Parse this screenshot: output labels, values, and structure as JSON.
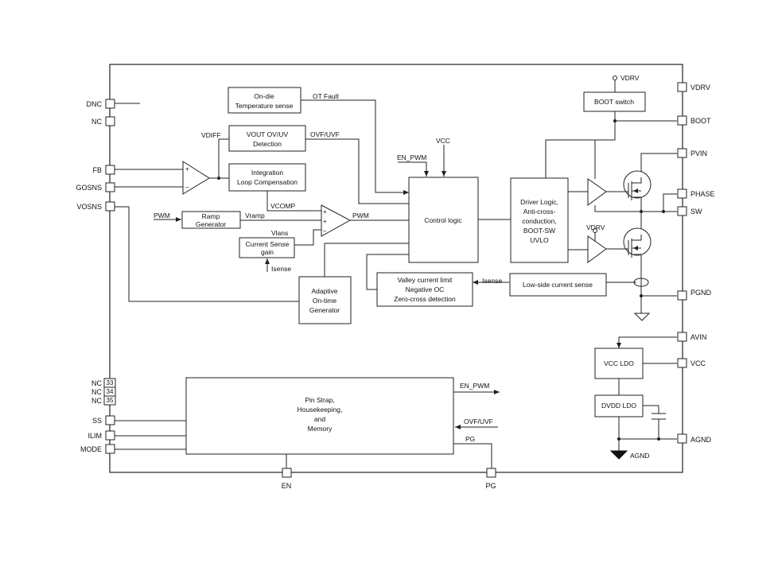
{
  "left_pins": {
    "dnc": "DNC",
    "nc": "NC",
    "fb": "FB",
    "gosns": "GOSNS",
    "vosns": "VOSNS",
    "nc33": "NC",
    "nc34": "NC",
    "nc35": "NC",
    "ss": "SS",
    "ilim": "ILIM",
    "mode": "MODE",
    "num33": "33",
    "num34": "34",
    "num35": "35"
  },
  "right_pins": {
    "vdrv": "VDRV",
    "boot": "BOOT",
    "pvin": "PVIN",
    "phase": "PHASE",
    "sw": "SW",
    "pgnd": "PGND",
    "avin": "AVIN",
    "vcc": "VCC",
    "agnd": "AGND"
  },
  "bottom_pins": {
    "en": "EN",
    "pg": "PG"
  },
  "blocks": {
    "temp_sense": [
      "On-die",
      "Temperature sense"
    ],
    "vout_det": [
      "VOUT OV/UV",
      "Detection"
    ],
    "integration": [
      "Integration",
      "Loop Compensation"
    ],
    "ramp": [
      "Ramp",
      "Generator"
    ],
    "cs_gain": [
      "Current Sense",
      "gain"
    ],
    "adaptive": [
      "Adaptive",
      "On-time",
      "Generator"
    ],
    "control": "Control logic",
    "driver": [
      "Driver Logic,",
      "Anti-cross-",
      "conduction,",
      "BOOT-SW",
      "UVLO"
    ],
    "boot_switch": "BOOT switch",
    "valley": [
      "Valley current limit",
      "Negative OC",
      "Zero-cross detection"
    ],
    "lowside": "Low-side current sense",
    "vcc_ldo": "VCC LDO",
    "dvdd_ldo": "DVDD LDO",
    "pinstrap": [
      "Pin Strap,",
      "Housekeeping,",
      "and",
      "Memory"
    ]
  },
  "signals": {
    "ot_fault": "OT Fault",
    "vdiff": "VDIFF",
    "ovf_uvf": "OVF/UVF",
    "vcc": "VCC",
    "en_pwm": "EN_PWM",
    "vcomp": "VCOMP",
    "pwm_in": "PWM",
    "vramp": "Vramp",
    "pwm_out": "PWM",
    "vlans": "Vlans",
    "isense_up": "Isense",
    "isense": "Isense",
    "vdrv_top": "VDRV",
    "vdrv_mid": "VDRV",
    "agnd_sym": "AGND",
    "en_pwm_out": "EN_PWM",
    "ovf_uvf_in": "OVF/UVF",
    "pg_out": "PG",
    "plus": "+",
    "minus": "–"
  }
}
